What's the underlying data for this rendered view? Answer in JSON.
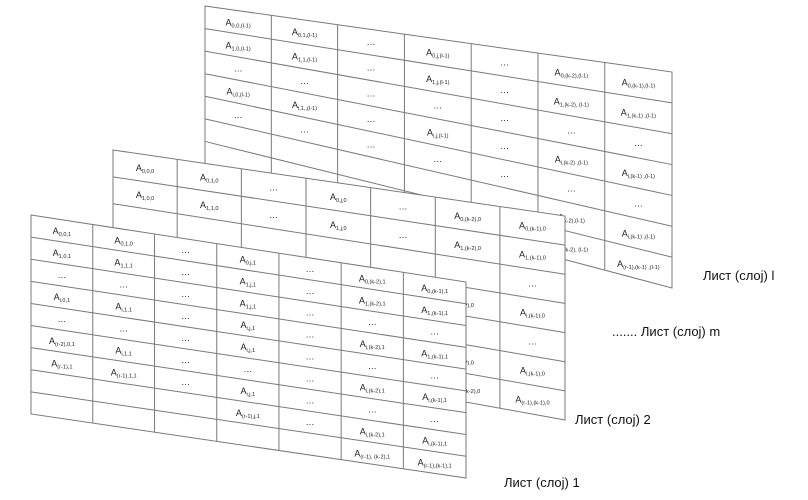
{
  "layers": [
    {
      "id": "l",
      "label": "Лист (слој) l",
      "rows": [
        [
          [
            "A",
            "0,0,(l-1)"
          ],
          [
            "A",
            "0,1,(l-1)"
          ],
          [
            "…",
            ""
          ],
          [
            "A",
            "0,j,(l-1)"
          ],
          [
            "…",
            ""
          ],
          [
            "A",
            "0,(k-2),(l-1)"
          ],
          [
            "A",
            "0,(k-1),(l-1)"
          ]
        ],
        [
          [
            "A",
            "1,0,(l-1)"
          ],
          [
            "A",
            "1,1,(l-1)"
          ],
          [
            "…",
            ""
          ],
          [
            "A",
            "1,j,(l-1)"
          ],
          [
            "…",
            ""
          ],
          [
            "A",
            "1,(k-2), (l-1)"
          ],
          [
            "A",
            "1,(k-1) ,(l-1)"
          ]
        ],
        [
          [
            "…",
            ""
          ],
          [
            "…",
            ""
          ],
          [
            "…",
            ""
          ],
          [
            "…",
            ""
          ],
          [
            "…",
            ""
          ],
          [
            "…",
            ""
          ],
          [
            "…",
            ""
          ]
        ],
        [
          [
            "A",
            "i,0,(l-1)"
          ],
          [
            "A",
            "i,1,,(l-1)"
          ],
          [
            "…",
            ""
          ],
          [
            "A",
            "i,j,(l-1)"
          ],
          [
            "…",
            ""
          ],
          [
            "A",
            "i,(k-2) ,(l-1)"
          ],
          [
            "A",
            "i,(k-1) ,(l-1)"
          ]
        ],
        [
          [
            "…",
            ""
          ],
          [
            "…",
            ""
          ],
          [
            "…",
            ""
          ],
          [
            "…",
            ""
          ],
          [
            "…",
            ""
          ],
          [
            "…",
            ""
          ],
          [
            "…",
            ""
          ]
        ],
        [
          [
            "",
            ""
          ],
          [
            "",
            ""
          ],
          [
            "",
            ""
          ],
          [
            "",
            ""
          ],
          [
            "",
            ""
          ],
          [
            "A",
            "k-2),(l-1)"
          ],
          [
            "A",
            "i,(k-1) ,(l-1)"
          ]
        ],
        [
          [
            "",
            ""
          ],
          [
            "",
            ""
          ],
          [
            "",
            ""
          ],
          [
            "",
            ""
          ],
          [
            "",
            ""
          ],
          [
            "A",
            ", (k-2), (l-1)"
          ],
          [
            "A",
            "(r-1),(k-1) ,(l-1)"
          ]
        ]
      ]
    },
    {
      "id": "m",
      "label": "....... Лист (слој) m",
      "rows": [
        [
          [
            "A",
            "0,0,0"
          ],
          [
            "A",
            "0,1,0"
          ],
          [
            "…",
            ""
          ],
          [
            "A",
            "0,j,0"
          ],
          [
            "…",
            ""
          ],
          [
            "A",
            "0,(k-2),0"
          ],
          [
            "A",
            "0,(k-1),0"
          ]
        ],
        [
          [
            "A",
            "1,0,0"
          ],
          [
            "A",
            "1,1,0"
          ],
          [
            "…",
            ""
          ],
          [
            "A",
            "1,j,0"
          ],
          [
            "…",
            ""
          ],
          [
            "A",
            "1,(k-2),0"
          ],
          [
            "A",
            "1,(k-1),0"
          ]
        ],
        [
          [
            "",
            ""
          ],
          [
            "",
            ""
          ],
          [
            "",
            ""
          ],
          [
            "",
            ""
          ],
          [
            "",
            ""
          ],
          [
            "",
            ""
          ],
          [
            "…",
            ""
          ]
        ],
        [
          [
            "",
            ""
          ],
          [
            "",
            ""
          ],
          [
            "",
            ""
          ],
          [
            "",
            ""
          ],
          [
            "",
            ""
          ],
          [
            "A",
            "),0"
          ],
          [
            "A",
            "i,(k-1),0"
          ]
        ],
        [
          [
            "",
            ""
          ],
          [
            "",
            ""
          ],
          [
            "",
            ""
          ],
          [
            "",
            ""
          ],
          [
            "",
            ""
          ],
          [
            "",
            ""
          ],
          [
            "…",
            ""
          ]
        ],
        [
          [
            "",
            ""
          ],
          [
            "",
            ""
          ],
          [
            "",
            ""
          ],
          [
            "",
            ""
          ],
          [
            "",
            ""
          ],
          [
            "A",
            "),0"
          ],
          [
            "A",
            "i,(k-1),0"
          ]
        ],
        [
          [
            "",
            ""
          ],
          [
            "",
            ""
          ],
          [
            "",
            ""
          ],
          [
            "",
            ""
          ],
          [
            "",
            ""
          ],
          [
            "A",
            ", (k-2),0"
          ],
          [
            "A",
            "(r-1),(k-1),0"
          ]
        ]
      ]
    },
    {
      "id": "2",
      "label": "Лист (слој) 2",
      "rows": []
    },
    {
      "id": "1",
      "label": "Лист (слој) 1",
      "rows": [
        [
          [
            "A",
            "0,0,1"
          ],
          [
            "A",
            "0,1,0"
          ],
          [
            "…",
            ""
          ],
          [
            "A",
            "0,j,1"
          ],
          [
            "…",
            ""
          ],
          [
            "A",
            "0,(k-2),1"
          ],
          [
            "A",
            "0,(k-1),1"
          ]
        ],
        [
          [
            "A",
            "1,0,1"
          ],
          [
            "A",
            "1,1,1"
          ],
          [
            "…",
            ""
          ],
          [
            "A",
            "1,j,1"
          ],
          [
            "…",
            ""
          ],
          [
            "A",
            "1,(k-2),1"
          ],
          [
            "A",
            "1,(k-1),1"
          ]
        ],
        [
          [
            "…",
            ""
          ],
          [
            "…",
            ""
          ],
          [
            "…",
            ""
          ],
          [
            "A",
            "1,j,1"
          ],
          [
            "…",
            ""
          ],
          [
            "…",
            ""
          ],
          [
            "…",
            ""
          ]
        ],
        [
          [
            "A",
            "i,0,1"
          ],
          [
            "A",
            "i,1,1"
          ],
          [
            "…",
            ""
          ],
          [
            "A",
            "i,j,1"
          ],
          [
            "…",
            ""
          ],
          [
            "A",
            "i,(k-2),1"
          ],
          [
            "A",
            "1,(k-1),1"
          ]
        ],
        [
          [
            "…",
            ""
          ],
          [
            "…",
            ""
          ],
          [
            "…",
            ""
          ],
          [
            "A",
            "i,j,1"
          ],
          [
            "…",
            ""
          ],
          [
            "…",
            ""
          ],
          [
            "…",
            ""
          ]
        ],
        [
          [
            "A",
            "(r-2),0,1"
          ],
          [
            "A",
            "i,1,1"
          ],
          [
            "…",
            ""
          ],
          [
            "…",
            ""
          ],
          [
            "…",
            ""
          ],
          [
            "A",
            "i,(k-2),1"
          ],
          [
            "A",
            "i,(k-1),1"
          ]
        ],
        [
          [
            "A",
            "(r-1),1"
          ],
          [
            "A",
            "(r-1),1,1"
          ],
          [
            "…",
            ""
          ],
          [
            "A",
            "i,j,1"
          ],
          [
            "…",
            ""
          ],
          [
            "…",
            ""
          ],
          [
            "…",
            ""
          ]
        ],
        [
          [
            "",
            ""
          ],
          [
            "",
            ""
          ],
          [
            "",
            ""
          ],
          [
            "A",
            "(r-1),j,1"
          ],
          [
            "…",
            ""
          ],
          [
            "A",
            "i,(k-2),1"
          ],
          [
            "A",
            "i,(k-1),1"
          ]
        ],
        [
          [
            "",
            ""
          ],
          [
            "",
            ""
          ],
          [
            "",
            ""
          ],
          [
            "",
            ""
          ],
          [
            "",
            ""
          ],
          [
            "A",
            "(r-1), (k-2),1"
          ],
          [
            "A",
            "(r-1),(k-1),1"
          ]
        ]
      ]
    }
  ],
  "colors": {
    "grid": "#7a7a7a",
    "text": "#222222",
    "background": "#ffffff"
  }
}
